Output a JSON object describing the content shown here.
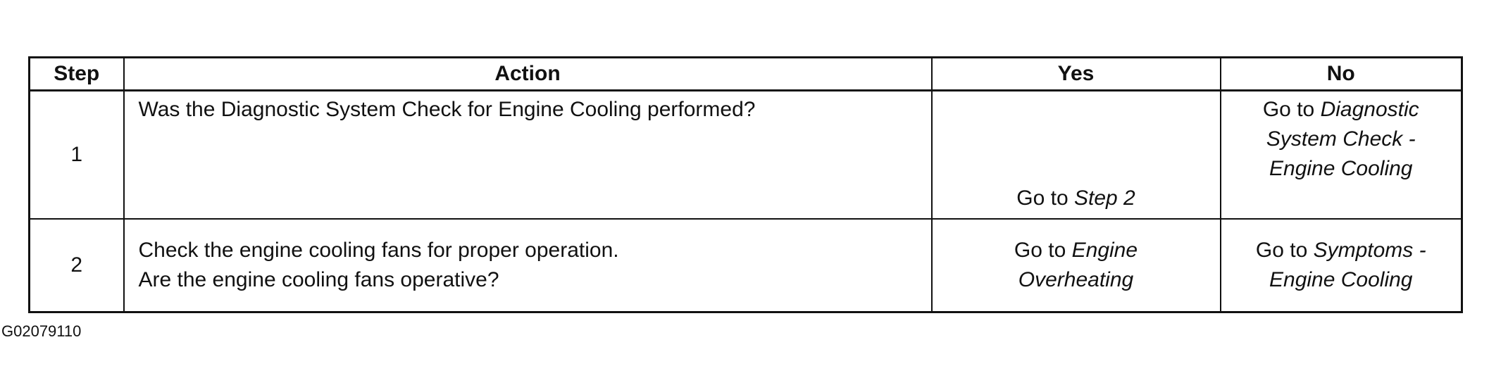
{
  "table": {
    "headers": {
      "step": "Step",
      "action": "Action",
      "yes": "Yes",
      "no": "No"
    },
    "rows": [
      {
        "step": "1",
        "action": [
          "Was the Diagnostic System Check for Engine Cooling performed?"
        ],
        "yes": {
          "prefix": "Go to",
          "ref": "Step 2"
        },
        "no": {
          "prefix": "Go to",
          "ref_line1": "Diagnostic",
          "ref_line2": "System Check -",
          "ref_line3": "Engine Cooling"
        }
      },
      {
        "step": "2",
        "action": [
          "Check the engine cooling fans for proper operation.",
          "Are the engine cooling fans operative?"
        ],
        "yes": {
          "prefix": "Go to",
          "ref_line1": "Engine",
          "ref_line2": "Overheating"
        },
        "no": {
          "prefix": "Go to",
          "ref_line1": "Symptoms -",
          "ref_line2": "Engine Cooling"
        }
      }
    ]
  },
  "figure_id": "G02079110"
}
